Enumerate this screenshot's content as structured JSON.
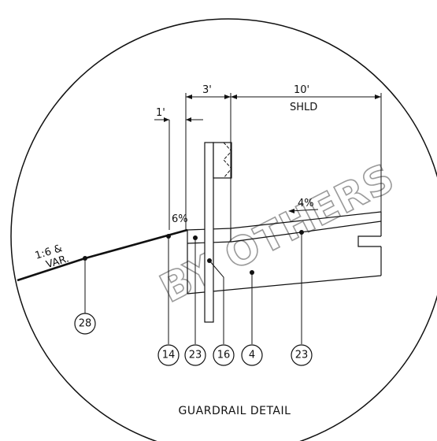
{
  "detail": {
    "title": "GUARDRAIL DETAIL",
    "watermark": "BY OTHERS"
  },
  "dimensions": {
    "one_foot": "1'",
    "three_feet": "3'",
    "ten_feet": "10'",
    "shoulder": "SHLD"
  },
  "slopes": {
    "six_percent": "6%",
    "four_percent": "4%",
    "side_slope_line1": "1:6 &",
    "side_slope_line2": "VAR."
  },
  "callouts": [
    "28",
    "14",
    "23",
    "16",
    "4",
    "23"
  ]
}
